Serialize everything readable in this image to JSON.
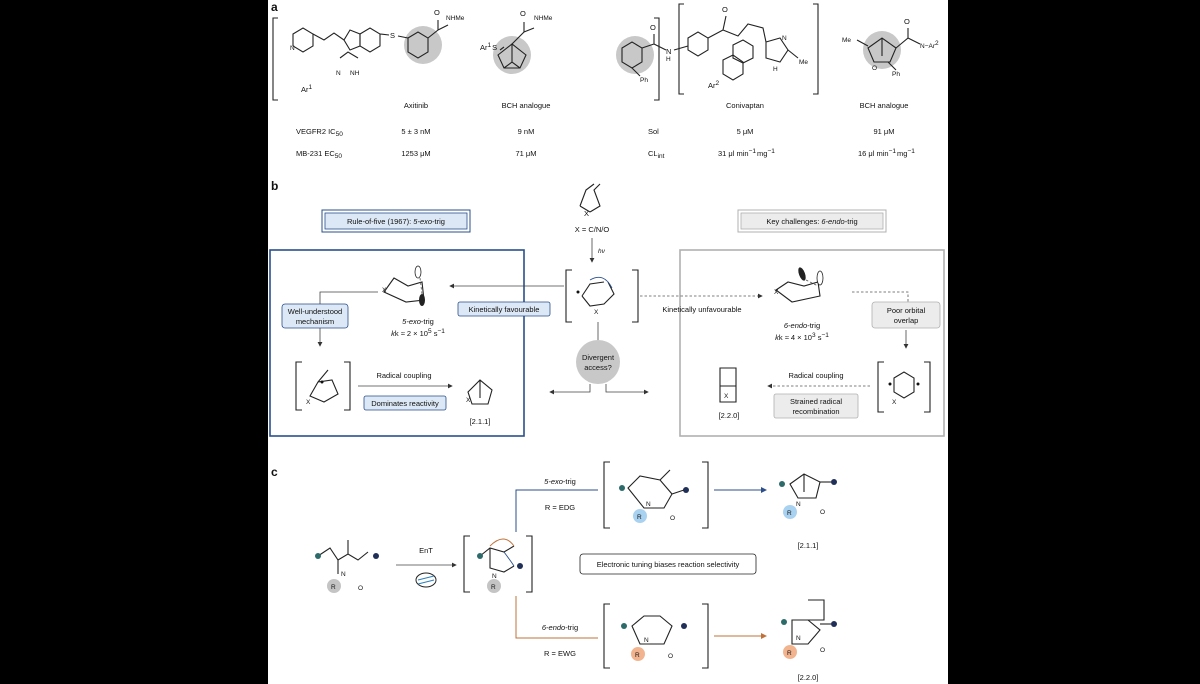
{
  "panel_labels": {
    "a": "a",
    "b": "b",
    "c": "c"
  },
  "panel_a": {
    "ar1_label": "Ar",
    "ar1_sup": "1",
    "ar2_label": "Ar",
    "ar2_sup": "2",
    "nhme_1": "NHMe",
    "nhme_2": "NHMe",
    "nh_indazole": "NH",
    "s_1": "S",
    "ar1s_label": "Ar",
    "ar1s_sup": "1",
    "ar1s_s": "S",
    "ph_1": "Ph",
    "ph_2": "Ph",
    "me_1": "Me",
    "me_2": "Me",
    "n_imid": "N",
    "nh_imid": "H",
    "n_amide": "N",
    "h_amide": "H",
    "o_oxa": "O",
    "n_ar2": "N",
    "names": [
      "Axitinib",
      "BCH analogue",
      "Conivaptan",
      "BCH analogue"
    ],
    "row1_label": "VEGFR2 IC",
    "row1_sub": "50",
    "row2_label": "MB-231 EC",
    "row2_sub": "50",
    "row1_values": [
      "5 ± 3 nM",
      "9 nM"
    ],
    "row2_values": [
      "1253 μM",
      "71 μM"
    ],
    "sol_label": "Sol",
    "cl_label": "CL",
    "cl_sub": "int",
    "sol_values": [
      "5 μM",
      "91 μM"
    ],
    "cl_values": [
      "31 μl min",
      "16 μl min"
    ],
    "cl_units_sup": "−1",
    "cl_units_mg": "mg"
  },
  "panel_b": {
    "x_cno": "X = C/N/O",
    "hv": "hν",
    "x": "X",
    "left_title": "Rule-of-five (1967): ",
    "left_title_em": "5-exo",
    "left_title_tail": "-trig",
    "right_title": "Key challenges: ",
    "right_title_em": "6-endo",
    "right_title_tail": "-trig",
    "well_understood": [
      "Well-understood",
      "mechanism"
    ],
    "kin_fav": "Kinetically favourable",
    "kin_unfav": "Kinetically unfavourable",
    "exo_label_em": "5-exo",
    "exo_label_tail": "-trig",
    "exo_k": "k ≈ 2 × 10",
    "exo_k_exp": "5",
    "endo_label_em": "6-endo",
    "endo_label_tail": "-trig",
    "endo_k": "k ≈ 4 × 10",
    "endo_k_exp": "3",
    "k_units": " s",
    "k_units_exp": "−1",
    "divergent": [
      "Divergent",
      "access?"
    ],
    "poor_orbital": [
      "Poor orbital",
      "overlap"
    ],
    "radical_coupling_left": "Radical coupling",
    "radical_coupling_right": "Radical coupling",
    "dominates": "Dominates reactivity",
    "strained": [
      "Strained radical",
      "recombination"
    ],
    "bicyclo_211": "[2.1.1]",
    "bicyclo_220": "[2.2.0]"
  },
  "panel_c": {
    "exo_path_em": "5-exo",
    "exo_path_tail": "-trig",
    "r_edg": "R = EDG",
    "endo_path_em": "6-endo",
    "endo_path_tail": "-trig",
    "r_ewg": "R = EWG",
    "ent": "EnT",
    "electronic": "Electronic tuning biases reaction selectivity",
    "bicyclo_211": "[2.1.1]",
    "bicyclo_220": "[2.2.0]",
    "r": "R",
    "n": "N",
    "o": "O",
    "colors": {
      "blue_arrow": "#2c4f8c",
      "orange_arrow": "#c0713a",
      "r_blue": "#a9d2f0",
      "r_orange": "#f2b48f",
      "r_grey": "#c4c4c4",
      "teal_dot": "#2d6b6b",
      "navy_dot": "#1f2f57"
    }
  },
  "colors": {
    "left_box": "#2a4f8a",
    "right_box": "#b0b0b0",
    "label_fill": "#dce8f5",
    "grey_label_fill": "#ececec",
    "sphere": "#c8c8c8"
  }
}
